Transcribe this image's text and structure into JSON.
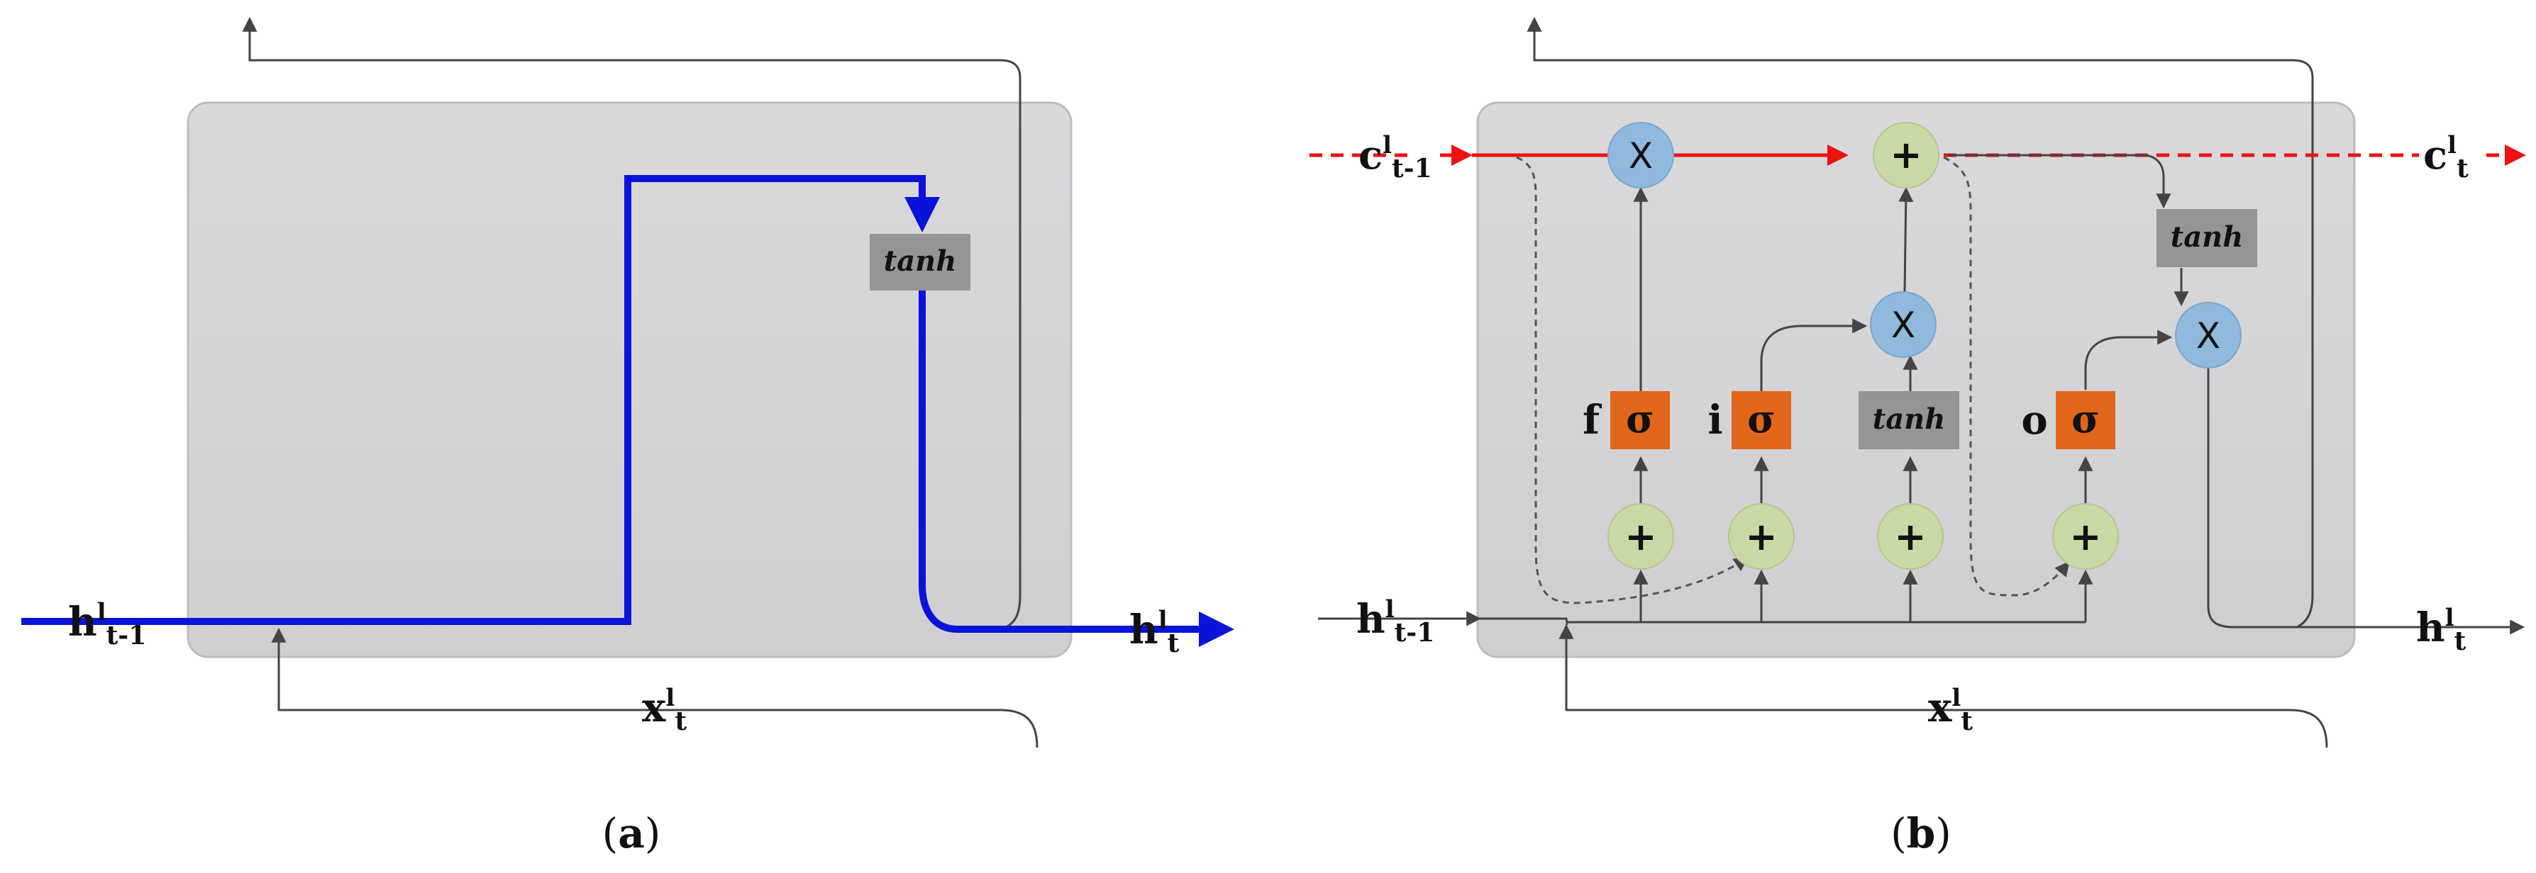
{
  "panels": {
    "a": {
      "caption": {
        "open": "(",
        "letter": "a",
        "close": ")"
      },
      "tanh_label": "tanh",
      "h_in": {
        "base": "h",
        "sup": "l",
        "sub": "t-1"
      },
      "h_out": {
        "base": "h",
        "sup": "l",
        "sub": "t"
      },
      "x_in": {
        "base": "x",
        "sup": "l",
        "sub": "t"
      }
    },
    "b": {
      "caption": {
        "open": "(",
        "letter": "b",
        "close": ")"
      },
      "c_in": {
        "base": "c",
        "sup": "l",
        "sub": "t-1"
      },
      "c_out": {
        "base": "c",
        "sup": "l",
        "sub": "t"
      },
      "h_in": {
        "base": "h",
        "sup": "l",
        "sub": "t-1"
      },
      "h_out": {
        "base": "h",
        "sup": "l",
        "sub": "t"
      },
      "x_in": {
        "base": "x",
        "sup": "l",
        "sub": "t"
      },
      "gates": {
        "forget": {
          "letter": "f",
          "symbol": "σ"
        },
        "input": {
          "letter": "i",
          "symbol": "σ"
        },
        "output": {
          "letter": "o",
          "symbol": "σ"
        }
      },
      "ops": {
        "multiply": "X",
        "add": "+"
      },
      "tanh_candidate": "tanh",
      "tanh_cell": "tanh"
    }
  },
  "colors": {
    "cell_bg": "#d4d4d6",
    "cell_border": "#bdbdc0",
    "blue_path": "#0a14d8",
    "cell_state": "#ee1111",
    "sigma_box": "#e2661a",
    "tanh_box": "#959595",
    "mult_node": "#8fb9dd",
    "add_node": "#c9d9a6",
    "wire": "#444444"
  }
}
